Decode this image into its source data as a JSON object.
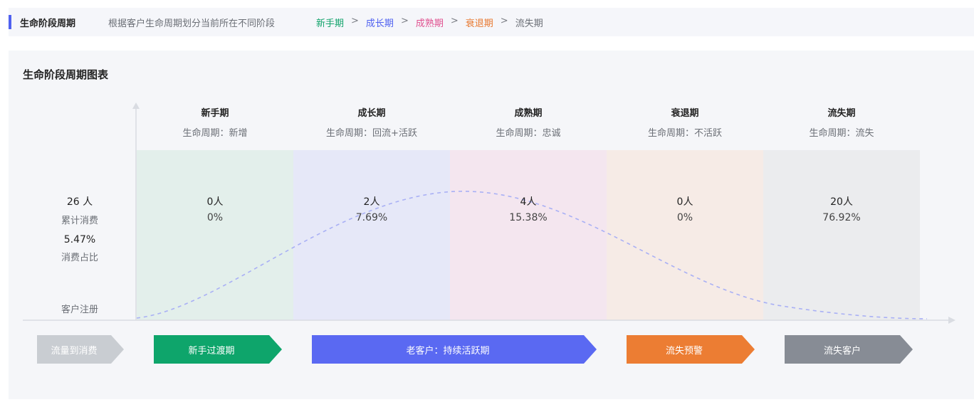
{
  "header": {
    "title": "生命阶段周期",
    "description": "根据客户生命周期划分当前所在不同阶段",
    "separator": ">",
    "stages": [
      {
        "label": "新手期",
        "color": "#12a36b"
      },
      {
        "label": "成长期",
        "color": "#4f61f0"
      },
      {
        "label": "成熟期",
        "color": "#e0508f"
      },
      {
        "label": "衰退期",
        "color": "#e8782f"
      },
      {
        "label": "流失期",
        "color": "#6b6f76"
      }
    ]
  },
  "card": {
    "title": "生命阶段周期图表"
  },
  "left_stats": {
    "total_people": "26 人",
    "total_label": "累计消费",
    "ratio": "5.47%",
    "ratio_label": "消费占比",
    "register_label": "客户注册"
  },
  "columns": [
    {
      "name": "新手期",
      "subtitle": "生命周期：新增",
      "count": "0人",
      "percent": "0%",
      "band_color": "#e3efeb"
    },
    {
      "name": "成长期",
      "subtitle": "生命周期：回流+活跃",
      "count": "2人",
      "percent": "7.69%",
      "band_color": "#e6e8f8"
    },
    {
      "name": "成熟期",
      "subtitle": "生命周期：忠诚",
      "count": "4人",
      "percent": "15.38%",
      "band_color": "#f4e6ef"
    },
    {
      "name": "衰退期",
      "subtitle": "生命周期：不活跃",
      "count": "0人",
      "percent": "0%",
      "band_color": "#f6ebe6"
    },
    {
      "name": "流失期",
      "subtitle": "生命周期：流失",
      "count": "20人",
      "percent": "76.92%",
      "band_color": "#ebecee"
    }
  ],
  "arrows": [
    {
      "label": "流量到消费",
      "color": "#c9cdd2"
    },
    {
      "label": "新手过渡期",
      "color": "#0ea56b"
    },
    {
      "label": "老客户：持续活跃期",
      "color": "#5a69f2"
    },
    {
      "label": "流失预警",
      "color": "#ec7d33"
    },
    {
      "label": "流失客户",
      "color": "#878c95"
    }
  ],
  "colors": {
    "curve": "#a9b0f5",
    "axis": "#d9dce2"
  }
}
